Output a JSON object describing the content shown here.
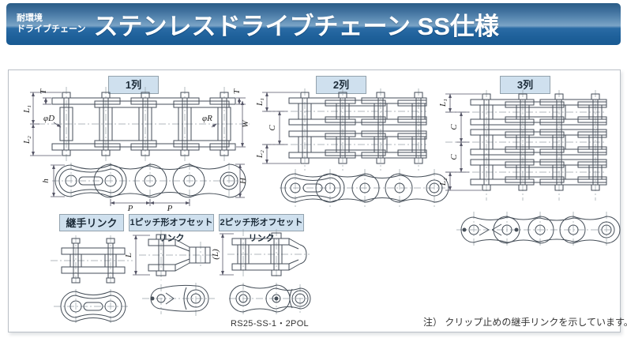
{
  "header": {
    "tagline_line1": "耐環境",
    "tagline_line2": "ドライブチェーン",
    "title": "ステンレスドライブチェーン SS仕様"
  },
  "section_labels": {
    "row1": "1列",
    "row2": "2列",
    "row3": "3列",
    "joint_link": "継手リンク",
    "offset_1pitch": "1ピッチ形オフセットリンク",
    "offset_2pitch": "2ピッチ形オフセットリンク"
  },
  "dimension_labels": {
    "T": "T",
    "L1": "L₁",
    "L2": "L₂",
    "phi_D": "φD",
    "phi_R": "φR",
    "W": "W",
    "h": "h",
    "H": "H",
    "P": "P",
    "C": "C",
    "L": "L",
    "L_paren": "(L)"
  },
  "captions": {
    "model_code": "RS25-SS-1・2POL",
    "note": "注） クリップ止めの継手リンクを示しています。"
  },
  "colors": {
    "header_blue_top": "#2a5c86",
    "header_blue_bottom": "#1f619b",
    "caption_box_bg": "#cfe0ee",
    "caption_box_border": "#93a2ad",
    "drawing_line": "#454e58"
  }
}
